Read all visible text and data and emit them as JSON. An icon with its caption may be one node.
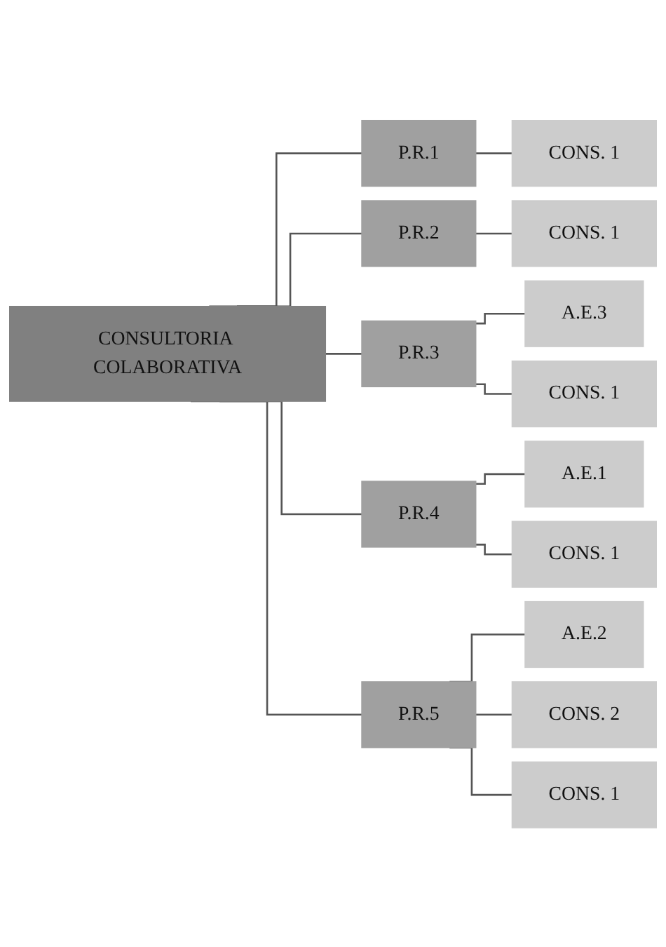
{
  "diagram": {
    "nodes": [
      {
        "text": [
          "CONSULTORIA COLABORATIVA"
        ]
      },
      {
        "text": [
          "P.R.1"
        ]
      },
      {
        "text": [
          "CONS. 1"
        ]
      },
      {
        "text": [
          "P.R.2"
        ]
      },
      {
        "text": [
          "CONS. 1"
        ]
      },
      {
        "text": [
          "P.R.3"
        ]
      },
      {
        "text": [
          "A.E.3"
        ]
      },
      {
        "text": [
          "CONS. 1"
        ]
      },
      {
        "text": [
          "P.R.4"
        ]
      },
      {
        "text": [
          "A.E.1"
        ]
      },
      {
        "text": [
          "CONS. 1"
        ]
      },
      {
        "text": [
          "P.R.5"
        ]
      },
      {
        "text": [
          "A.E.2"
        ]
      },
      {
        "text": [
          "CONS. 2"
        ]
      },
      {
        "text": [
          "CONS. 1"
        ]
      }
    ],
    "edges": [
      {
        "from": 0,
        "to": 1,
        "arrow": "none"
      },
      {
        "from": 0,
        "to": 3,
        "arrow": "none"
      },
      {
        "from": 0,
        "to": 5,
        "arrow": "none"
      },
      {
        "from": 0,
        "to": 8,
        "arrow": "none"
      },
      {
        "from": 0,
        "to": 11,
        "arrow": "none"
      },
      {
        "from": 1,
        "to": 2,
        "arrow": "none"
      },
      {
        "from": 3,
        "to": 4,
        "arrow": "none"
      },
      {
        "from": 5,
        "to": 6,
        "arrow": "none"
      },
      {
        "from": 5,
        "to": 7,
        "arrow": "none"
      },
      {
        "from": 8,
        "to": 9,
        "arrow": "none"
      },
      {
        "from": 8,
        "to": 10,
        "arrow": "none"
      },
      {
        "from": 11,
        "to": 12,
        "arrow": "none"
      },
      {
        "from": 11,
        "to": 13,
        "arrow": "none"
      },
      {
        "from": 11,
        "to": 14,
        "arrow": "none"
      }
    ]
  }
}
